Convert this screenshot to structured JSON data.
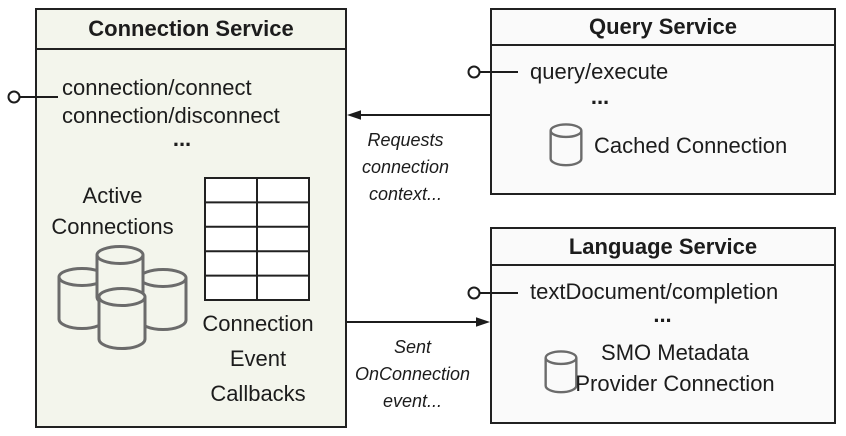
{
  "diagram": {
    "connection_service": {
      "title": "Connection Service",
      "methods": [
        "connection/connect",
        "connection/disconnect"
      ],
      "more": "...",
      "active_connections_label": "Active Connections",
      "callbacks_label": "Connection Event Callbacks"
    },
    "query_service": {
      "title": "Query Service",
      "method": "query/execute",
      "more": "...",
      "cached_connection_label": "Cached Connection"
    },
    "language_service": {
      "title": "Language Service",
      "method": "textDocument/completion",
      "more": "...",
      "smo_label": "SMO Metadata Provider Connection"
    },
    "edges": {
      "requests_label": "Requests connection context...",
      "sent_label": "Sent OnConnection event..."
    },
    "colors": {
      "connection_box_fill": "#f3f5ec",
      "service_box_fill": "#fafafa",
      "border": "#212121",
      "cylinder_stroke": "#6b6b6b",
      "text": "#1c1c1c"
    }
  }
}
